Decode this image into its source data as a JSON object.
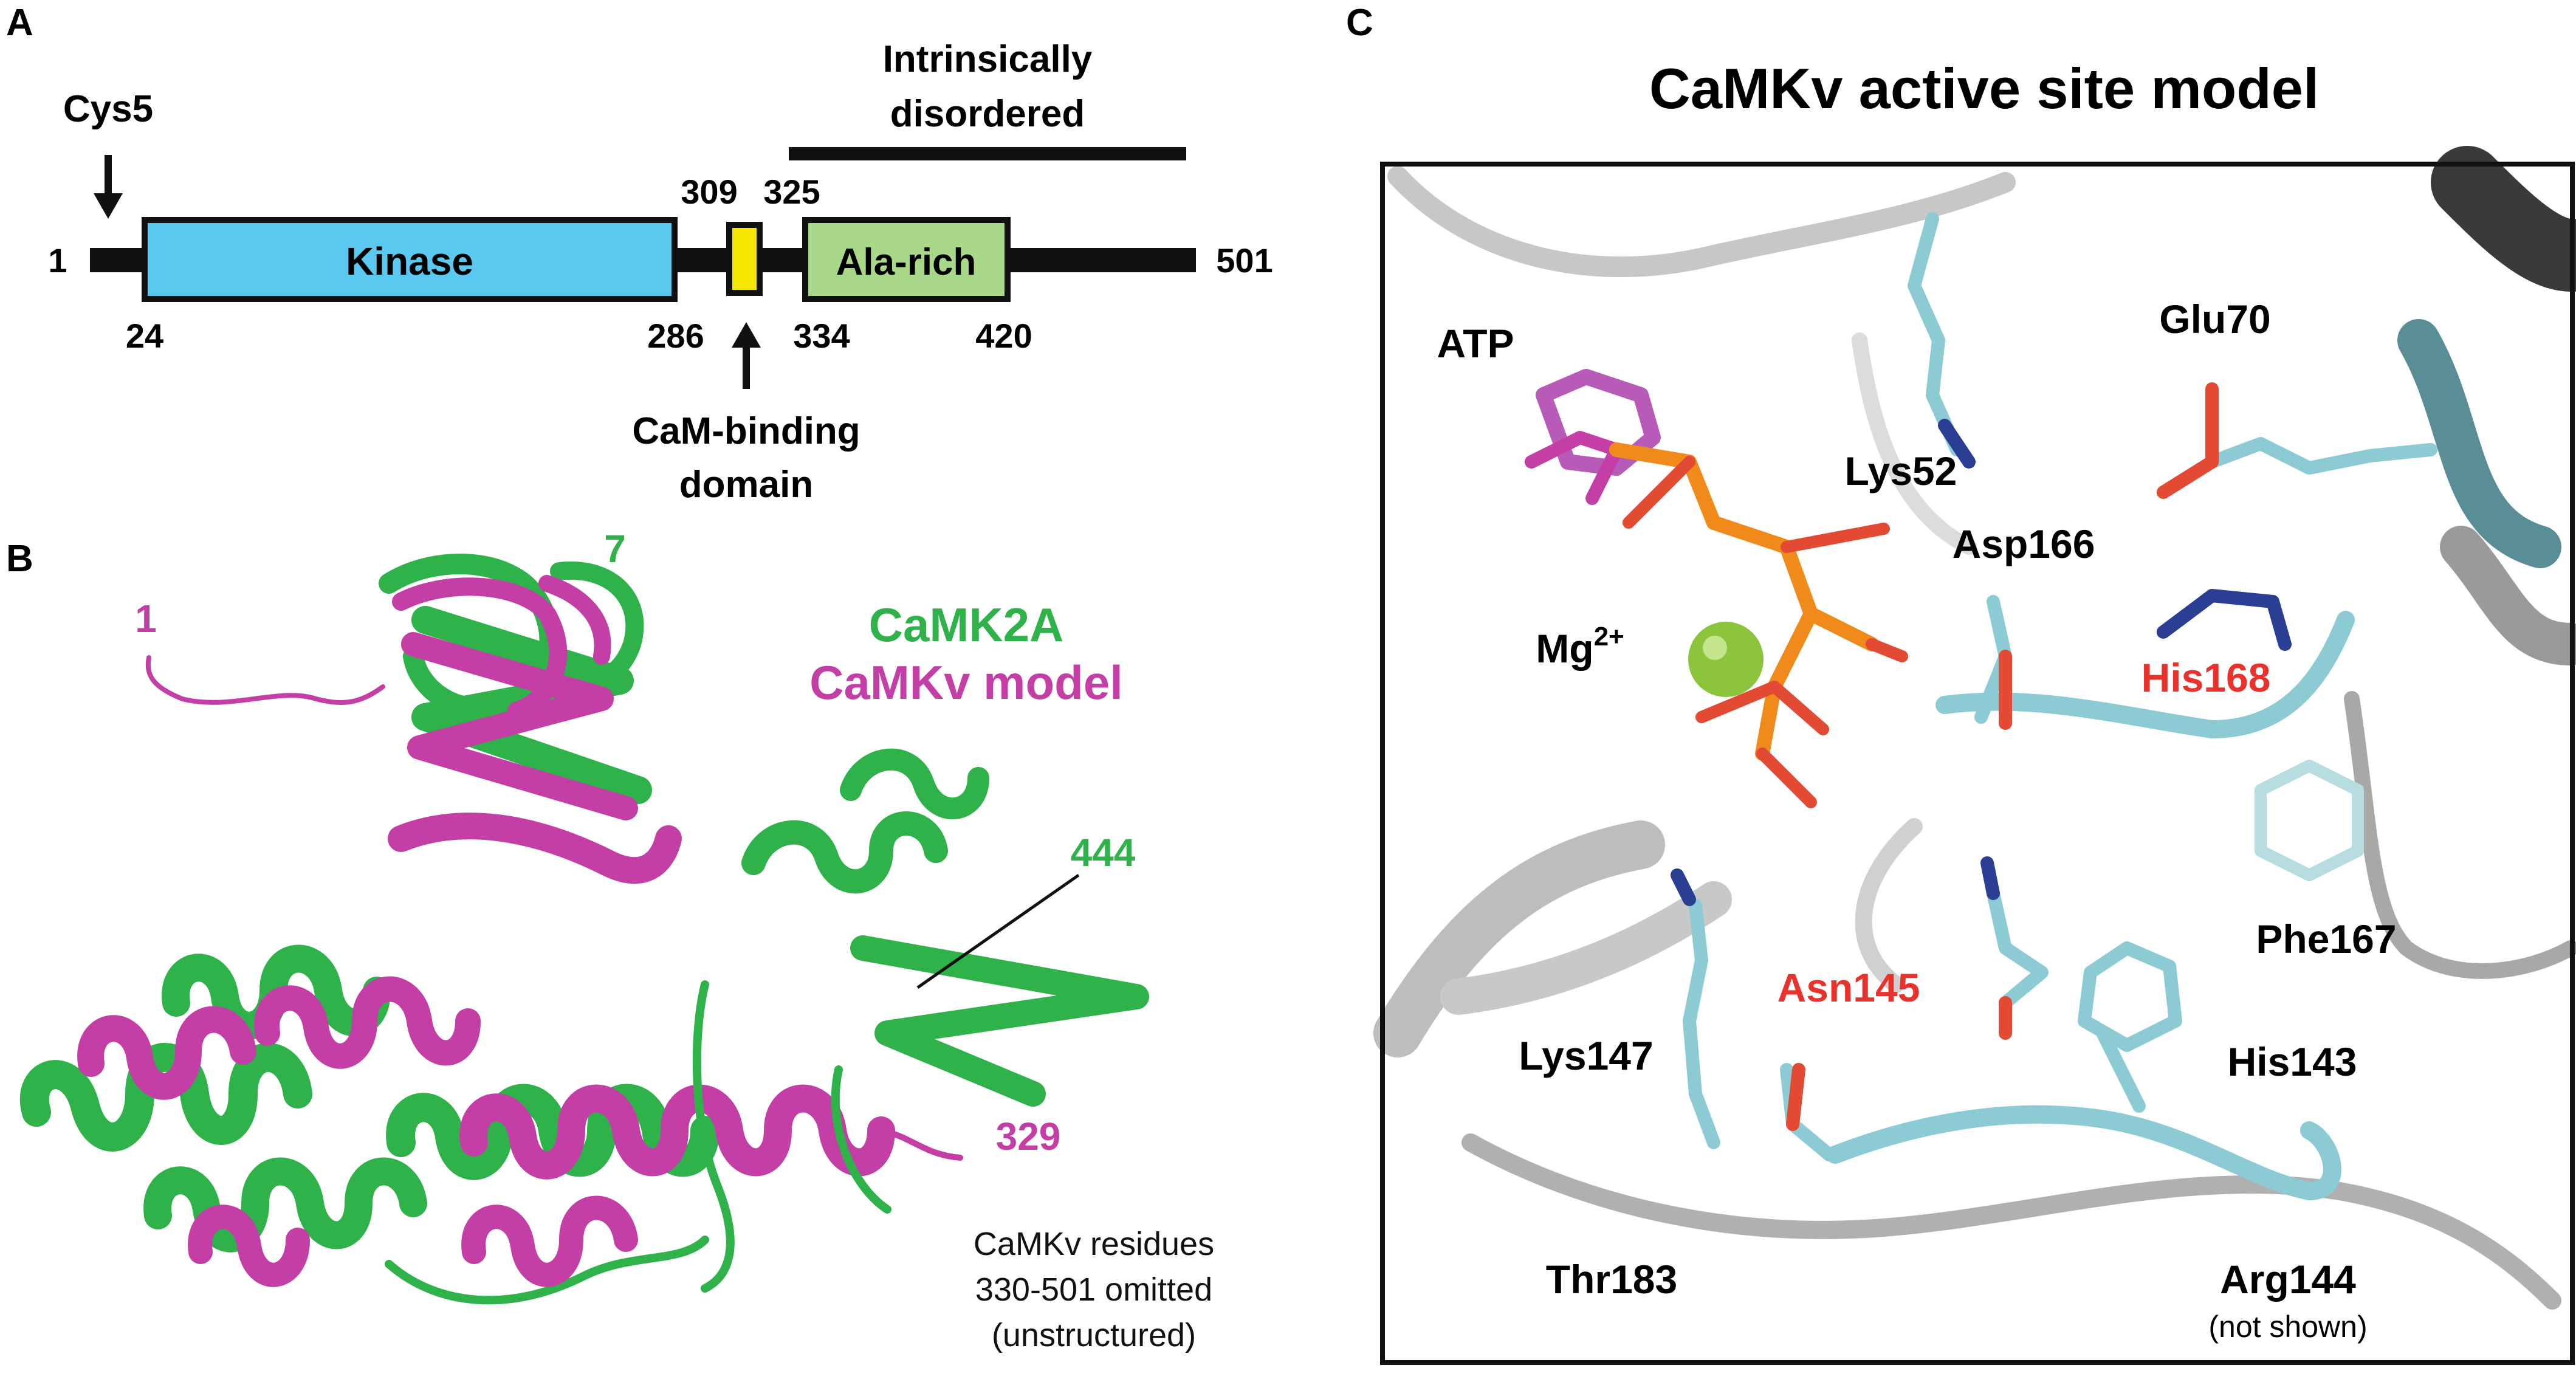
{
  "panel_labels": {
    "a": "A",
    "b": "B",
    "c": "C"
  },
  "panel_a": {
    "cys_label": "Cys5",
    "top_bar_label_1": "Intrinsically",
    "top_bar_label_2": "disordered",
    "pos_start": "1",
    "pos_end": "501",
    "pos_24": "24",
    "pos_286": "286",
    "pos_309": "309",
    "pos_325": "325",
    "pos_334": "334",
    "pos_420": "420",
    "kinase_label": "Kinase",
    "ala_label": "Ala-rich",
    "cam_label_1": "CaM-binding",
    "cam_label_2": "domain",
    "colors": {
      "kinase": "#5bc8ef",
      "cam": "#f5e600",
      "ala": "#a9d88a",
      "bar": "#111111"
    }
  },
  "panel_b": {
    "legend_camk2a": "CaMK2A",
    "legend_camkv": "CaMKv model",
    "res_1": "1",
    "res_7": "7",
    "res_444": "444",
    "res_329": "329",
    "note_1": "CaMKv residues",
    "note_2": "330-501 omitted",
    "note_3": "(unstructured)",
    "colors": {
      "camk2a": "#2fb24a",
      "camkv": "#c43fa5"
    }
  },
  "panel_c": {
    "title": "CaMKv active site model",
    "atp": "ATP",
    "lys52": "Lys52",
    "glu70": "Glu70",
    "asp166": "Asp166",
    "mg": "Mg",
    "mg_sup": "2+",
    "his168": "His168",
    "phe167": "Phe167",
    "asn145": "Asn145",
    "lys147": "Lys147",
    "his143": "His143",
    "thr183": "Thr183",
    "arg144": "Arg144",
    "arg144_note": "(not shown)",
    "colors": {
      "highlight_text": "#e8322b",
      "residue": "#8ccbd3",
      "atp_phosphate": "#f08a1a",
      "mg": "#8cc43c"
    }
  }
}
